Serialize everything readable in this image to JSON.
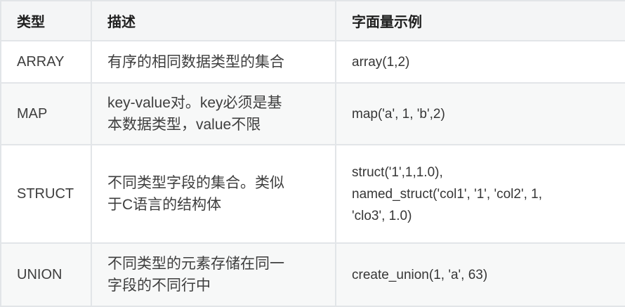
{
  "table": {
    "columns": [
      {
        "label": "类型"
      },
      {
        "label": "描述"
      },
      {
        "label": "字面量示例"
      }
    ],
    "rows": [
      {
        "type": "ARRAY",
        "description_lines": [
          "有序的相同数据类型的集合"
        ],
        "example_lines": [
          "array(1,2)"
        ]
      },
      {
        "type": "MAP",
        "description_lines": [
          "key-value对。key必须是基",
          "本数据类型，value不限"
        ],
        "example_lines": [
          "map('a', 1, 'b',2)"
        ]
      },
      {
        "type": "STRUCT",
        "description_lines": [
          "不同类型字段的集合。类似",
          "于C语言的结构体"
        ],
        "example_lines": [
          "struct('1',1,1.0),",
          "named_struct('col1', '1', 'col2', 1,",
          "'clo3', 1.0)"
        ]
      },
      {
        "type": "UNION",
        "description_lines": [
          "不同类型的元素存储在同一",
          "字段的不同行中"
        ],
        "example_lines": [
          "create_union(1, 'a', 63)"
        ]
      }
    ],
    "colors": {
      "header_bg": "#f4f5f6",
      "stripe_bg": "#f7f8f8",
      "row_bg": "#ffffff",
      "border": "#e2e5e8",
      "header_text": "#1f1f1f",
      "body_text": "#3e3e3e"
    }
  }
}
